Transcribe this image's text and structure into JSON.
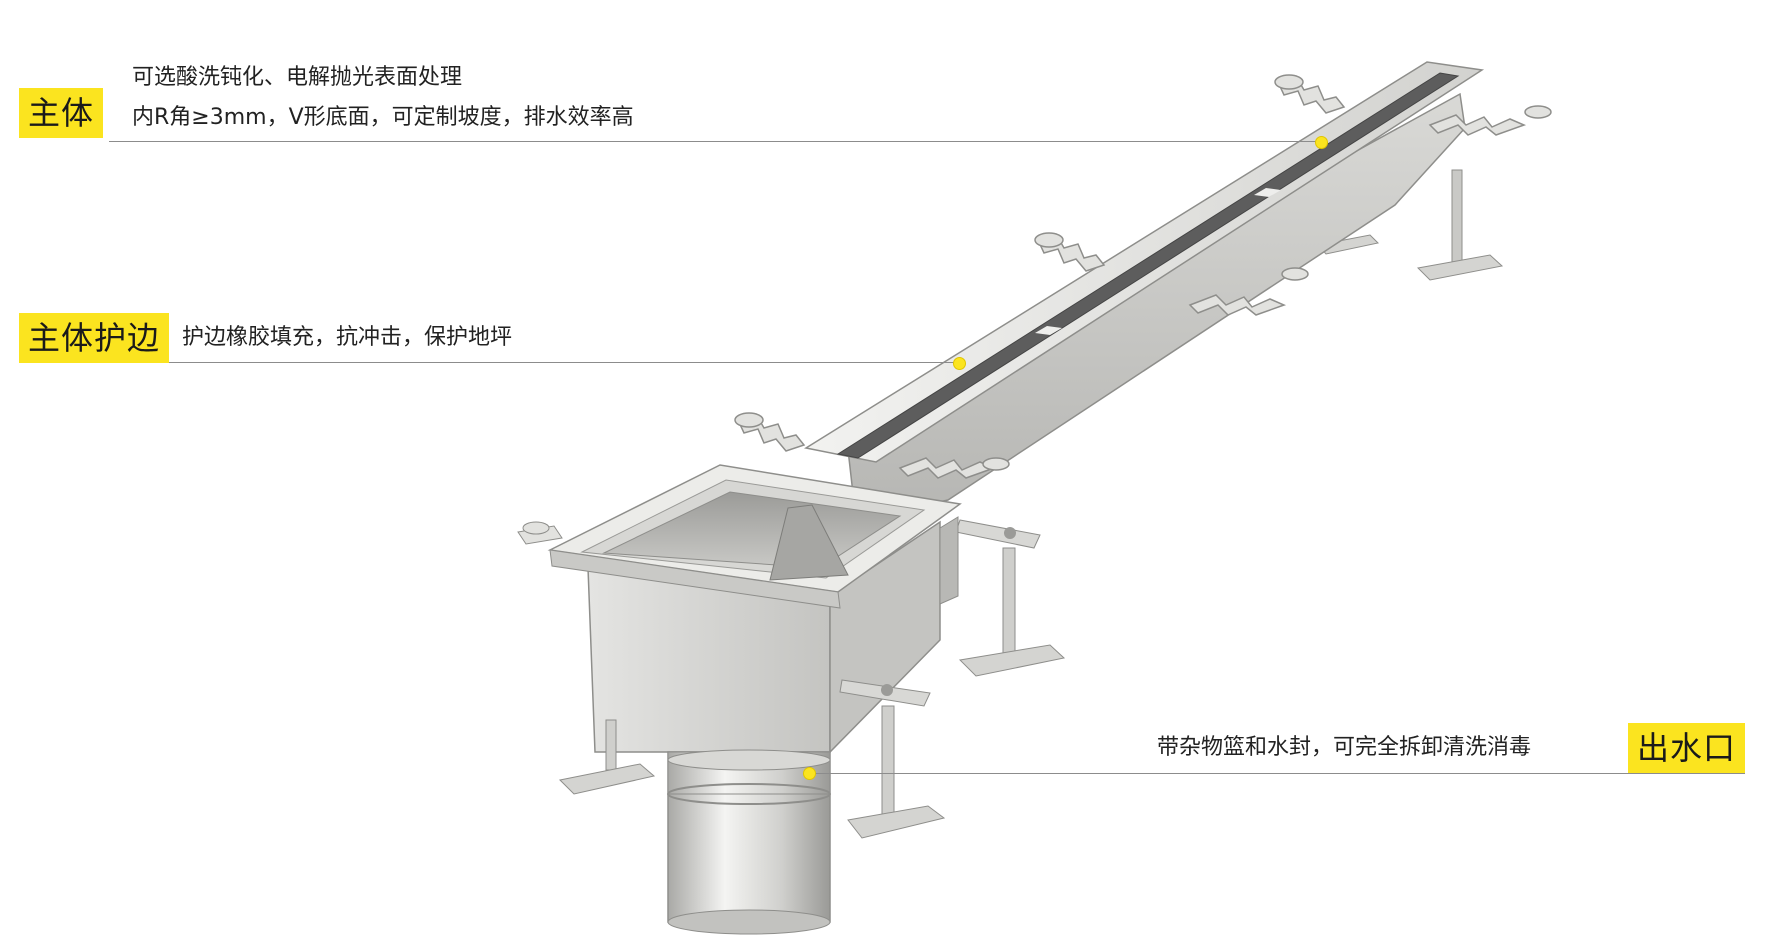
{
  "callouts": {
    "body": {
      "tag": "主体",
      "line1": "可选酸洗钝化、电解抛光表面处理",
      "line2": "内R角≥3mm，V形底面，可定制坡度，排水效率高"
    },
    "edge": {
      "tag": "主体护边",
      "line1": "护边橡胶填充，抗冲击，保护地坪"
    },
    "outlet": {
      "tag": "出水口",
      "line1": "带杂物篮和水封，可完全拆卸清洗消毒"
    }
  },
  "colors": {
    "highlight": "#fbe41f",
    "leader_line": "#8c8c8c",
    "steel_light": "#e7e7e5",
    "steel_mid": "#c8c8c5",
    "steel_dark": "#8e8e8b",
    "grate": "#5d5d5d"
  }
}
